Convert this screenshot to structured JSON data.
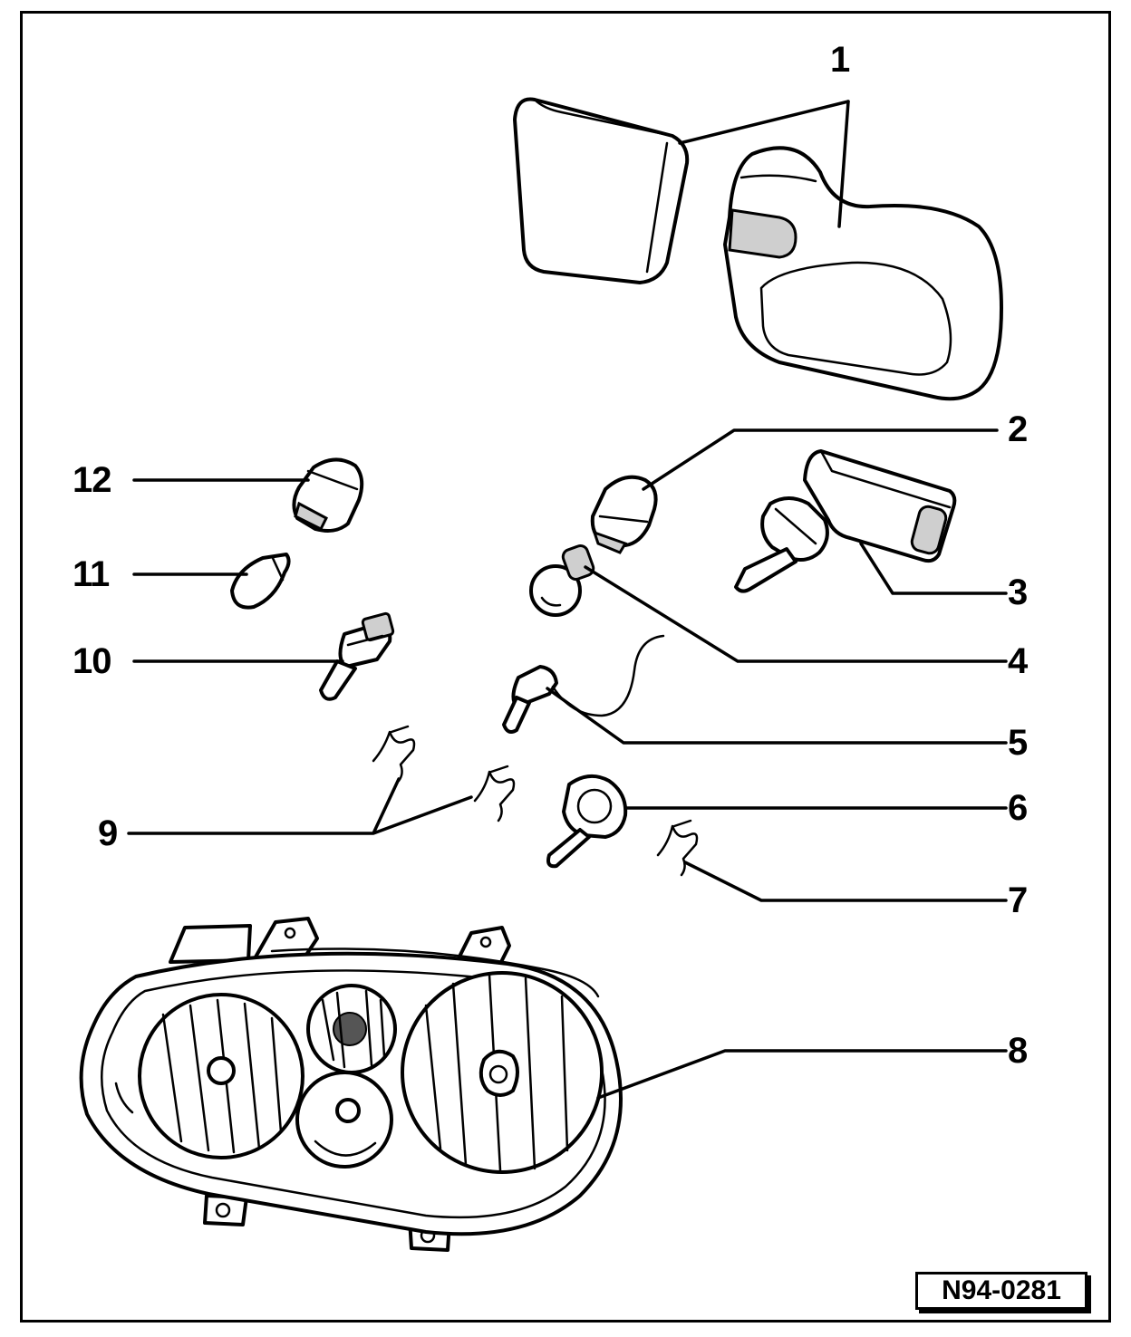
{
  "callouts": {
    "c1": "1",
    "c2": "2",
    "c3": "3",
    "c4": "4",
    "c5": "5",
    "c6": "6",
    "c7": "7",
    "c8": "8",
    "c9": "9",
    "c10": "10",
    "c11": "11",
    "c12": "12"
  },
  "reference_code": "N94-0281"
}
